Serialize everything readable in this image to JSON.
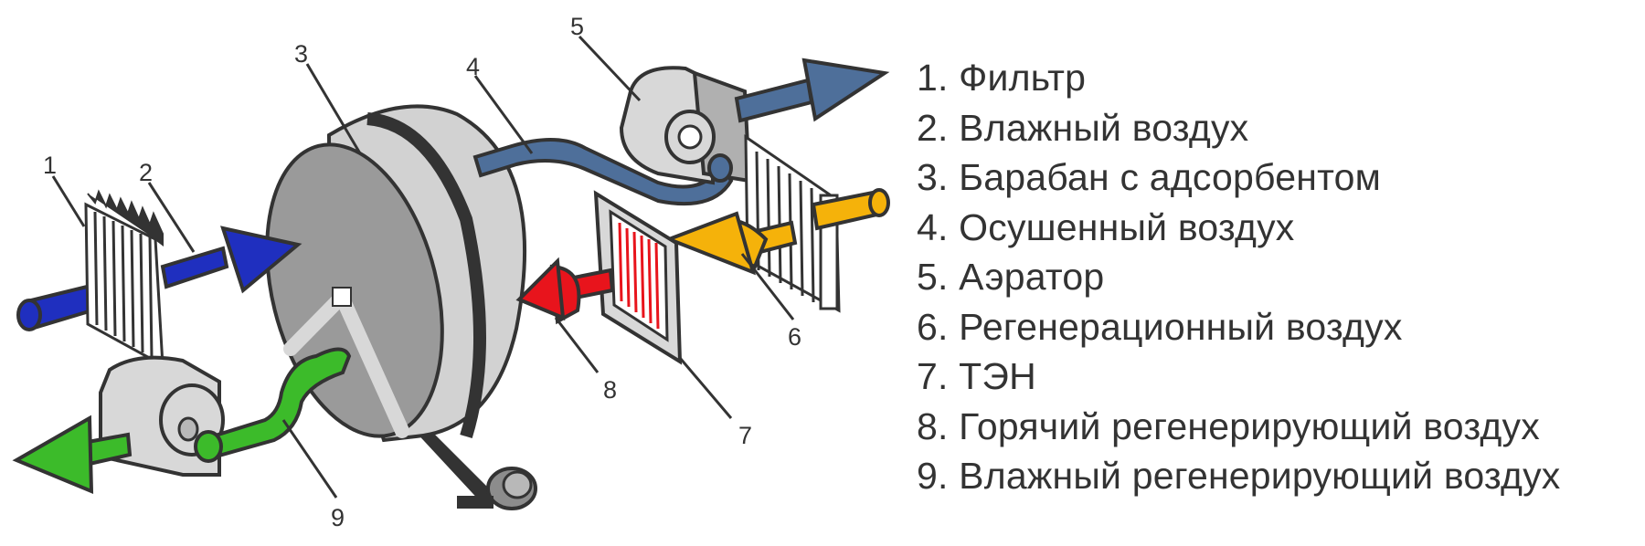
{
  "callouts": {
    "c1": "1",
    "c2": "2",
    "c3": "3",
    "c4": "4",
    "c5": "5",
    "c6": "6",
    "c7": "7",
    "c8": "8",
    "c9": "9"
  },
  "legend": [
    "1. Фильтр",
    "2. Влажный воздух",
    "3. Барабан с адсорбентом",
    "4. Осушенный воздух",
    "5. Аэратор",
    "6. Регенерационный воздух",
    "7. ТЭН",
    "8. Горячий регенерирующий воздух",
    "9. Влажный регенерирующий воздух"
  ],
  "colors": {
    "humid_air": "#1f2fbf",
    "dried_air": "#4e6f9a",
    "regeneration_air": "#f5b20a",
    "hot_regeneration_air": "#e8141c",
    "wet_regeneration_air": "#3cbb2a",
    "drum_face": "#9a9a9a",
    "drum_side": "#d2d2d2",
    "outline": "#333333"
  }
}
